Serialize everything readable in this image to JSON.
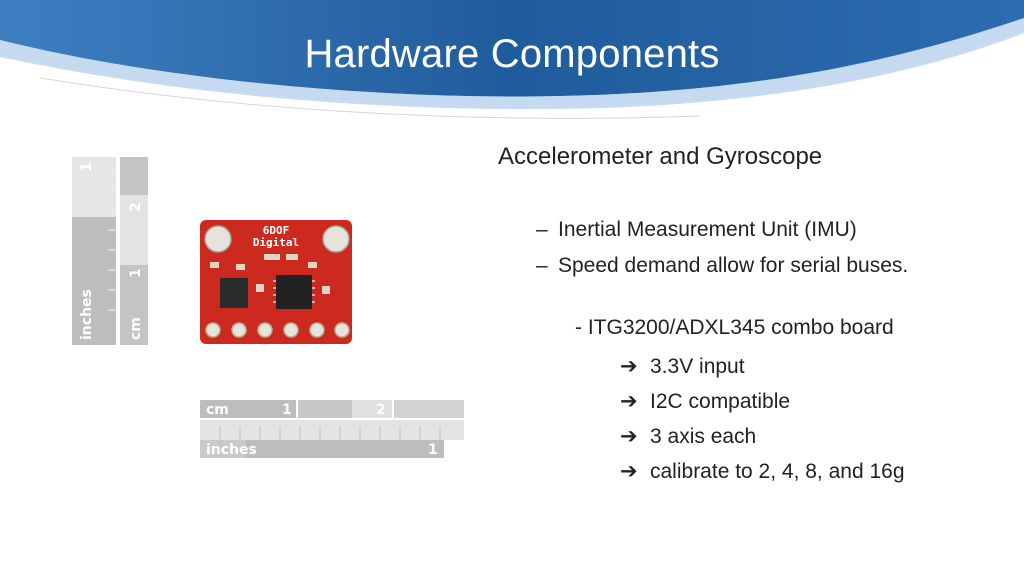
{
  "slide": {
    "title": "Hardware Components",
    "subtitle": "Accelerometer and Gyroscope",
    "bullets": [
      {
        "marker": "–",
        "text": "Inertial Measurement Unit (IMU)"
      },
      {
        "marker": "–",
        "text": "Speed demand allow for serial buses."
      }
    ],
    "combo_line": "- ITG3200/ADXL345 combo board",
    "features": [
      {
        "marker": "➔",
        "text": "3.3V input"
      },
      {
        "marker": "➔",
        "text": "I2C compatible"
      },
      {
        "marker": "➔",
        "text": "3 axis each"
      },
      {
        "marker": "➔",
        "text": "calibrate to 2, 4, 8, and 16g"
      }
    ]
  },
  "photo": {
    "board_label_1": "6DOF",
    "board_label_2": "Digital",
    "vertical_ruler_inches": "inches",
    "vertical_ruler_inch_1": "1",
    "vertical_ruler_cm": "cm",
    "vertical_ruler_cm_1": "1",
    "vertical_ruler_cm_2": "2",
    "horizontal_ruler_cm": "cm",
    "horizontal_ruler_cm_1": "1",
    "horizontal_ruler_cm_2": "2",
    "horizontal_ruler_inches": "inches",
    "horizontal_ruler_inch_1": "1"
  },
  "colors": {
    "header_dark": "#1f5c9c",
    "header_light": "#4f8fcf",
    "board_red": "#cc2a1e",
    "ruler_gray": "#b9b9b9"
  }
}
